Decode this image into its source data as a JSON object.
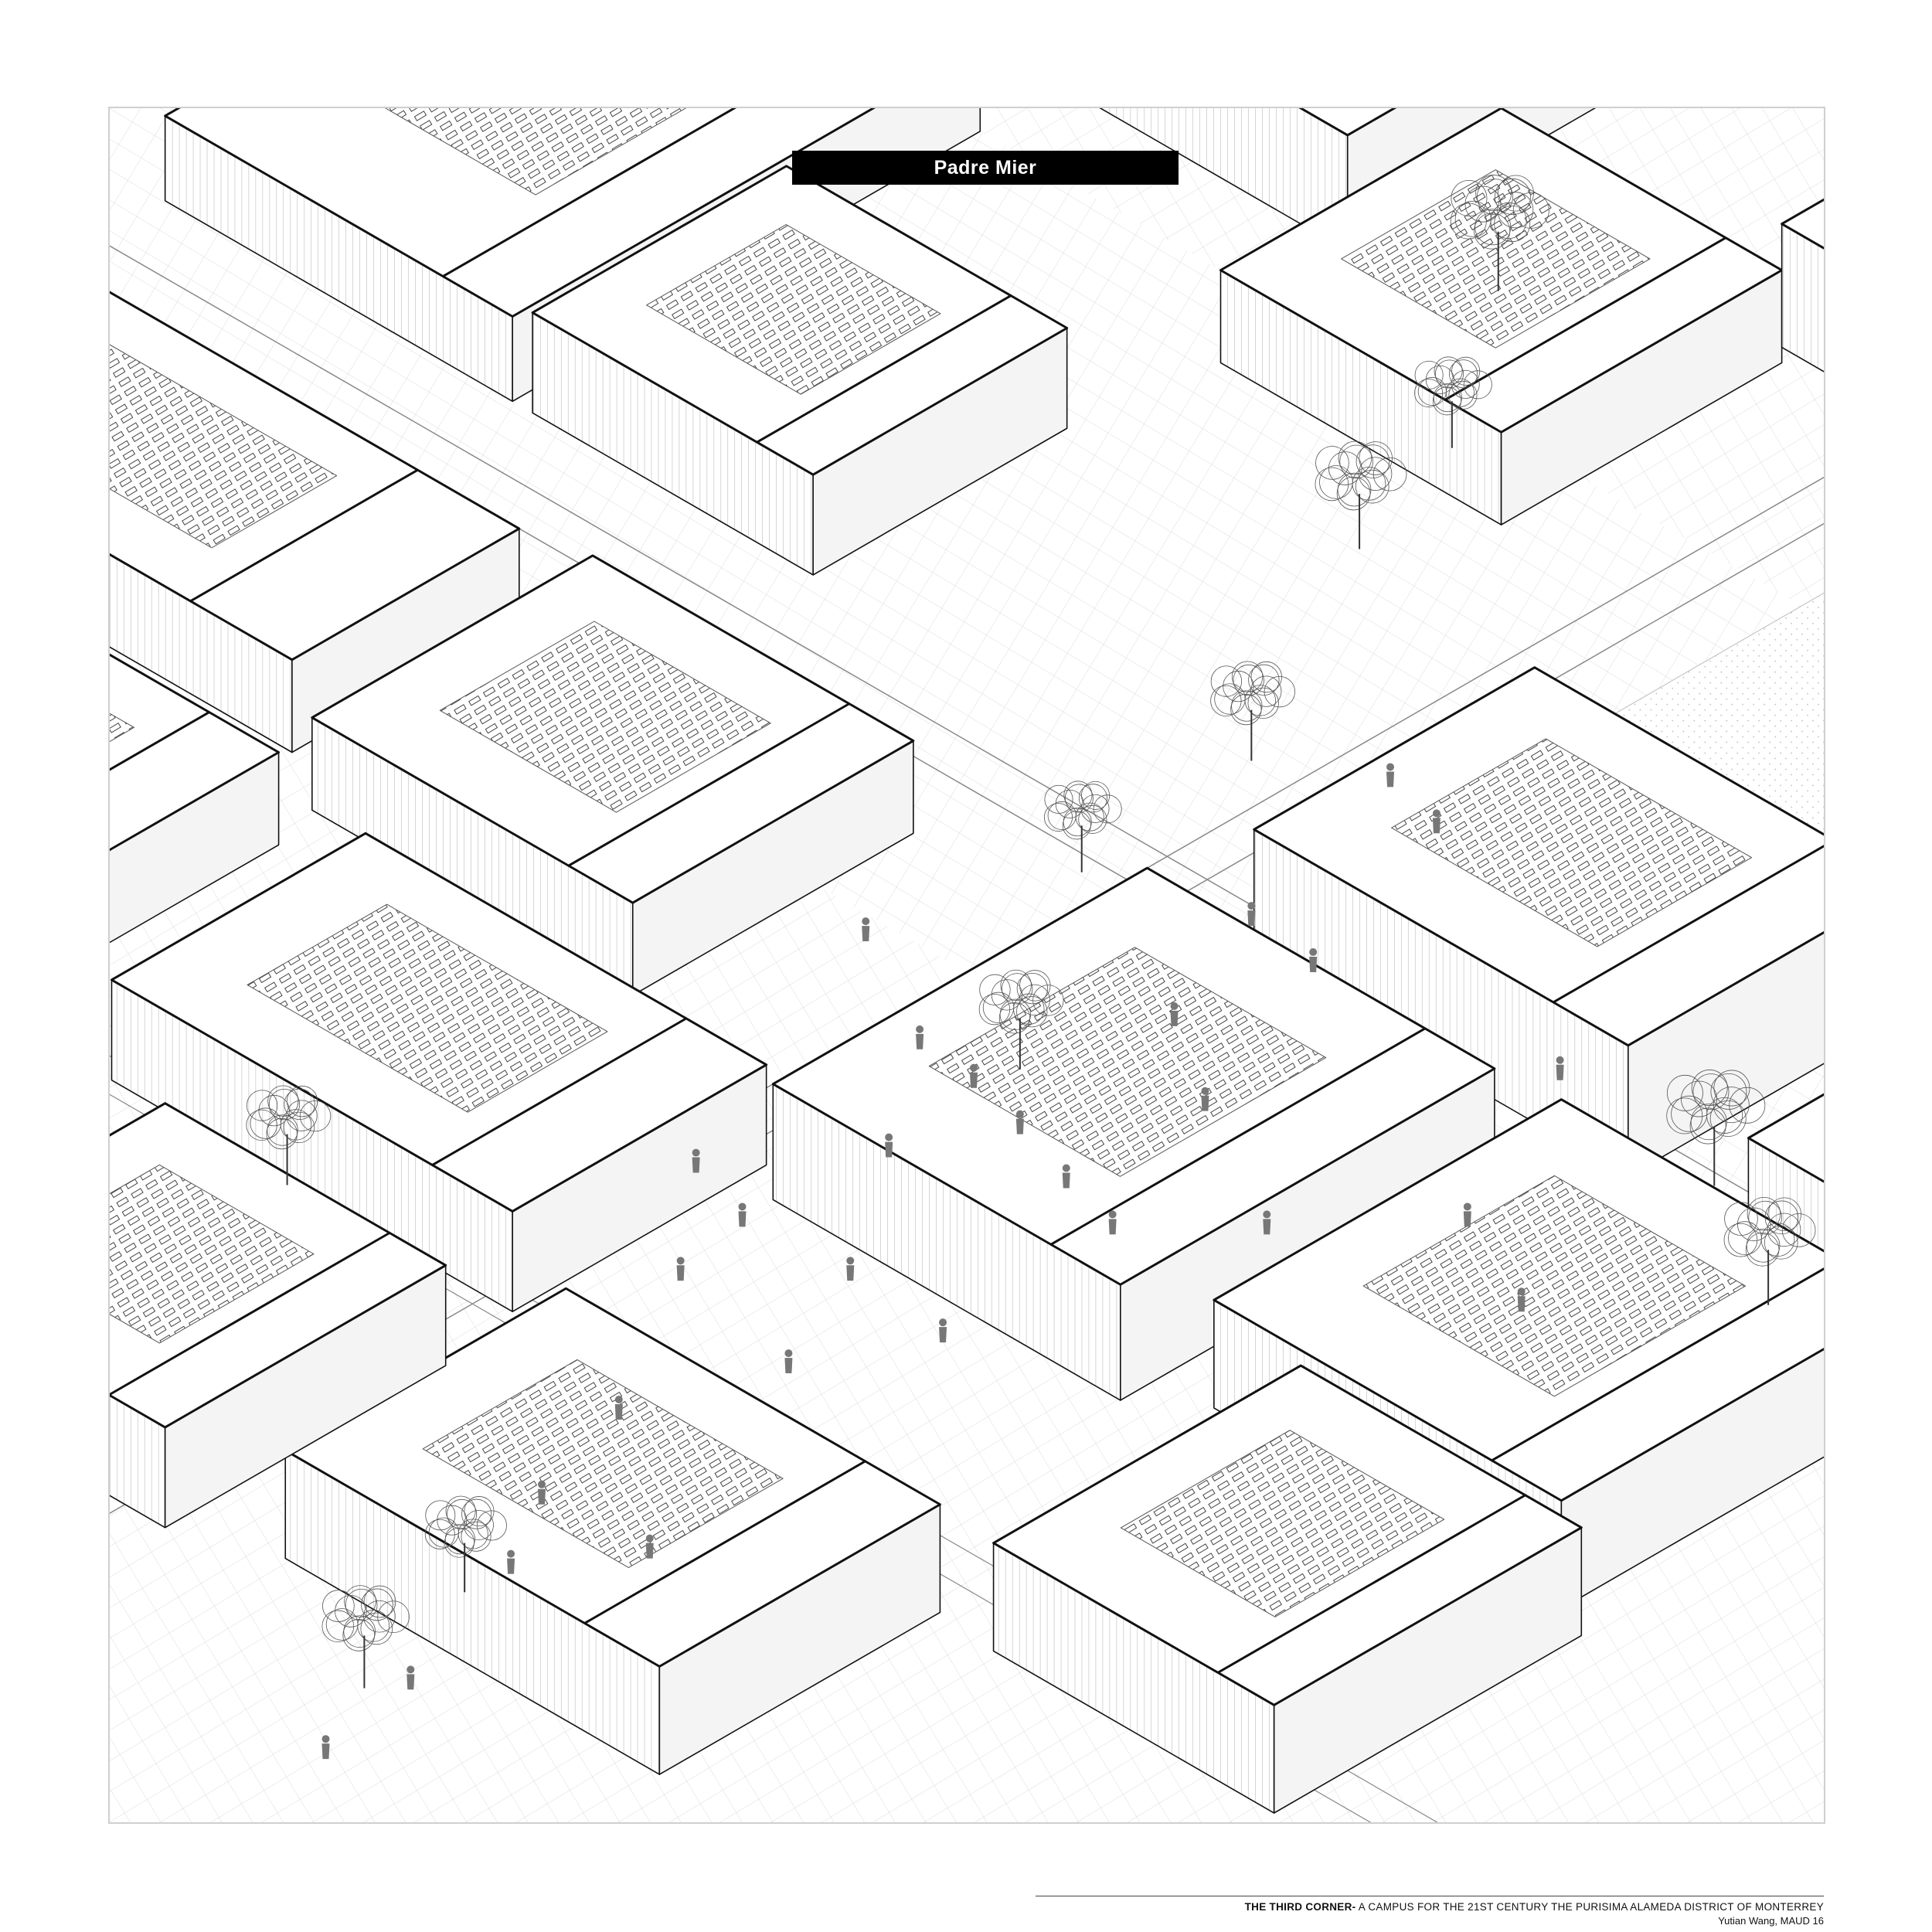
{
  "drawing": {
    "street_label": "Padre Mier",
    "title_bold": "THE THIRD CORNER-",
    "title_rest": " A CAMPUS FOR THE 21ST CENTURY THE PURISIMA ALAMEDA DISTRICT OF MONTERREY",
    "author": "Yutian Wang, MAUD 16"
  },
  "colors": {
    "ink": "#111111",
    "grid": "#d6d6d6",
    "label_bg": "#000000",
    "label_text": "#ffffff"
  }
}
